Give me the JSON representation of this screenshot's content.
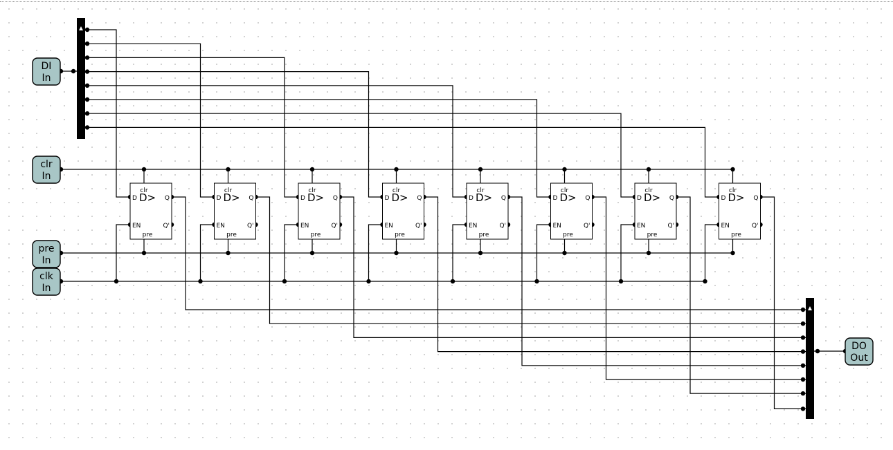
{
  "pins": {
    "di": {
      "name": "DI",
      "type": "In"
    },
    "clr": {
      "name": "clr",
      "type": "In"
    },
    "pre": {
      "name": "pre",
      "type": "In"
    },
    "clk": {
      "name": "clk",
      "type": "In"
    },
    "do": {
      "name": "DO",
      "type": "Out"
    }
  },
  "flipflop": {
    "count": 8,
    "d": "D",
    "symbol": "D>",
    "en": "EN",
    "q": "Q",
    "qbar": "Q'",
    "clr": "clr",
    "pre": "pre"
  },
  "colors": {
    "pin_fill": "#a8c6c6",
    "wire": "#000000",
    "grid_dot": "#c6c6c6"
  }
}
